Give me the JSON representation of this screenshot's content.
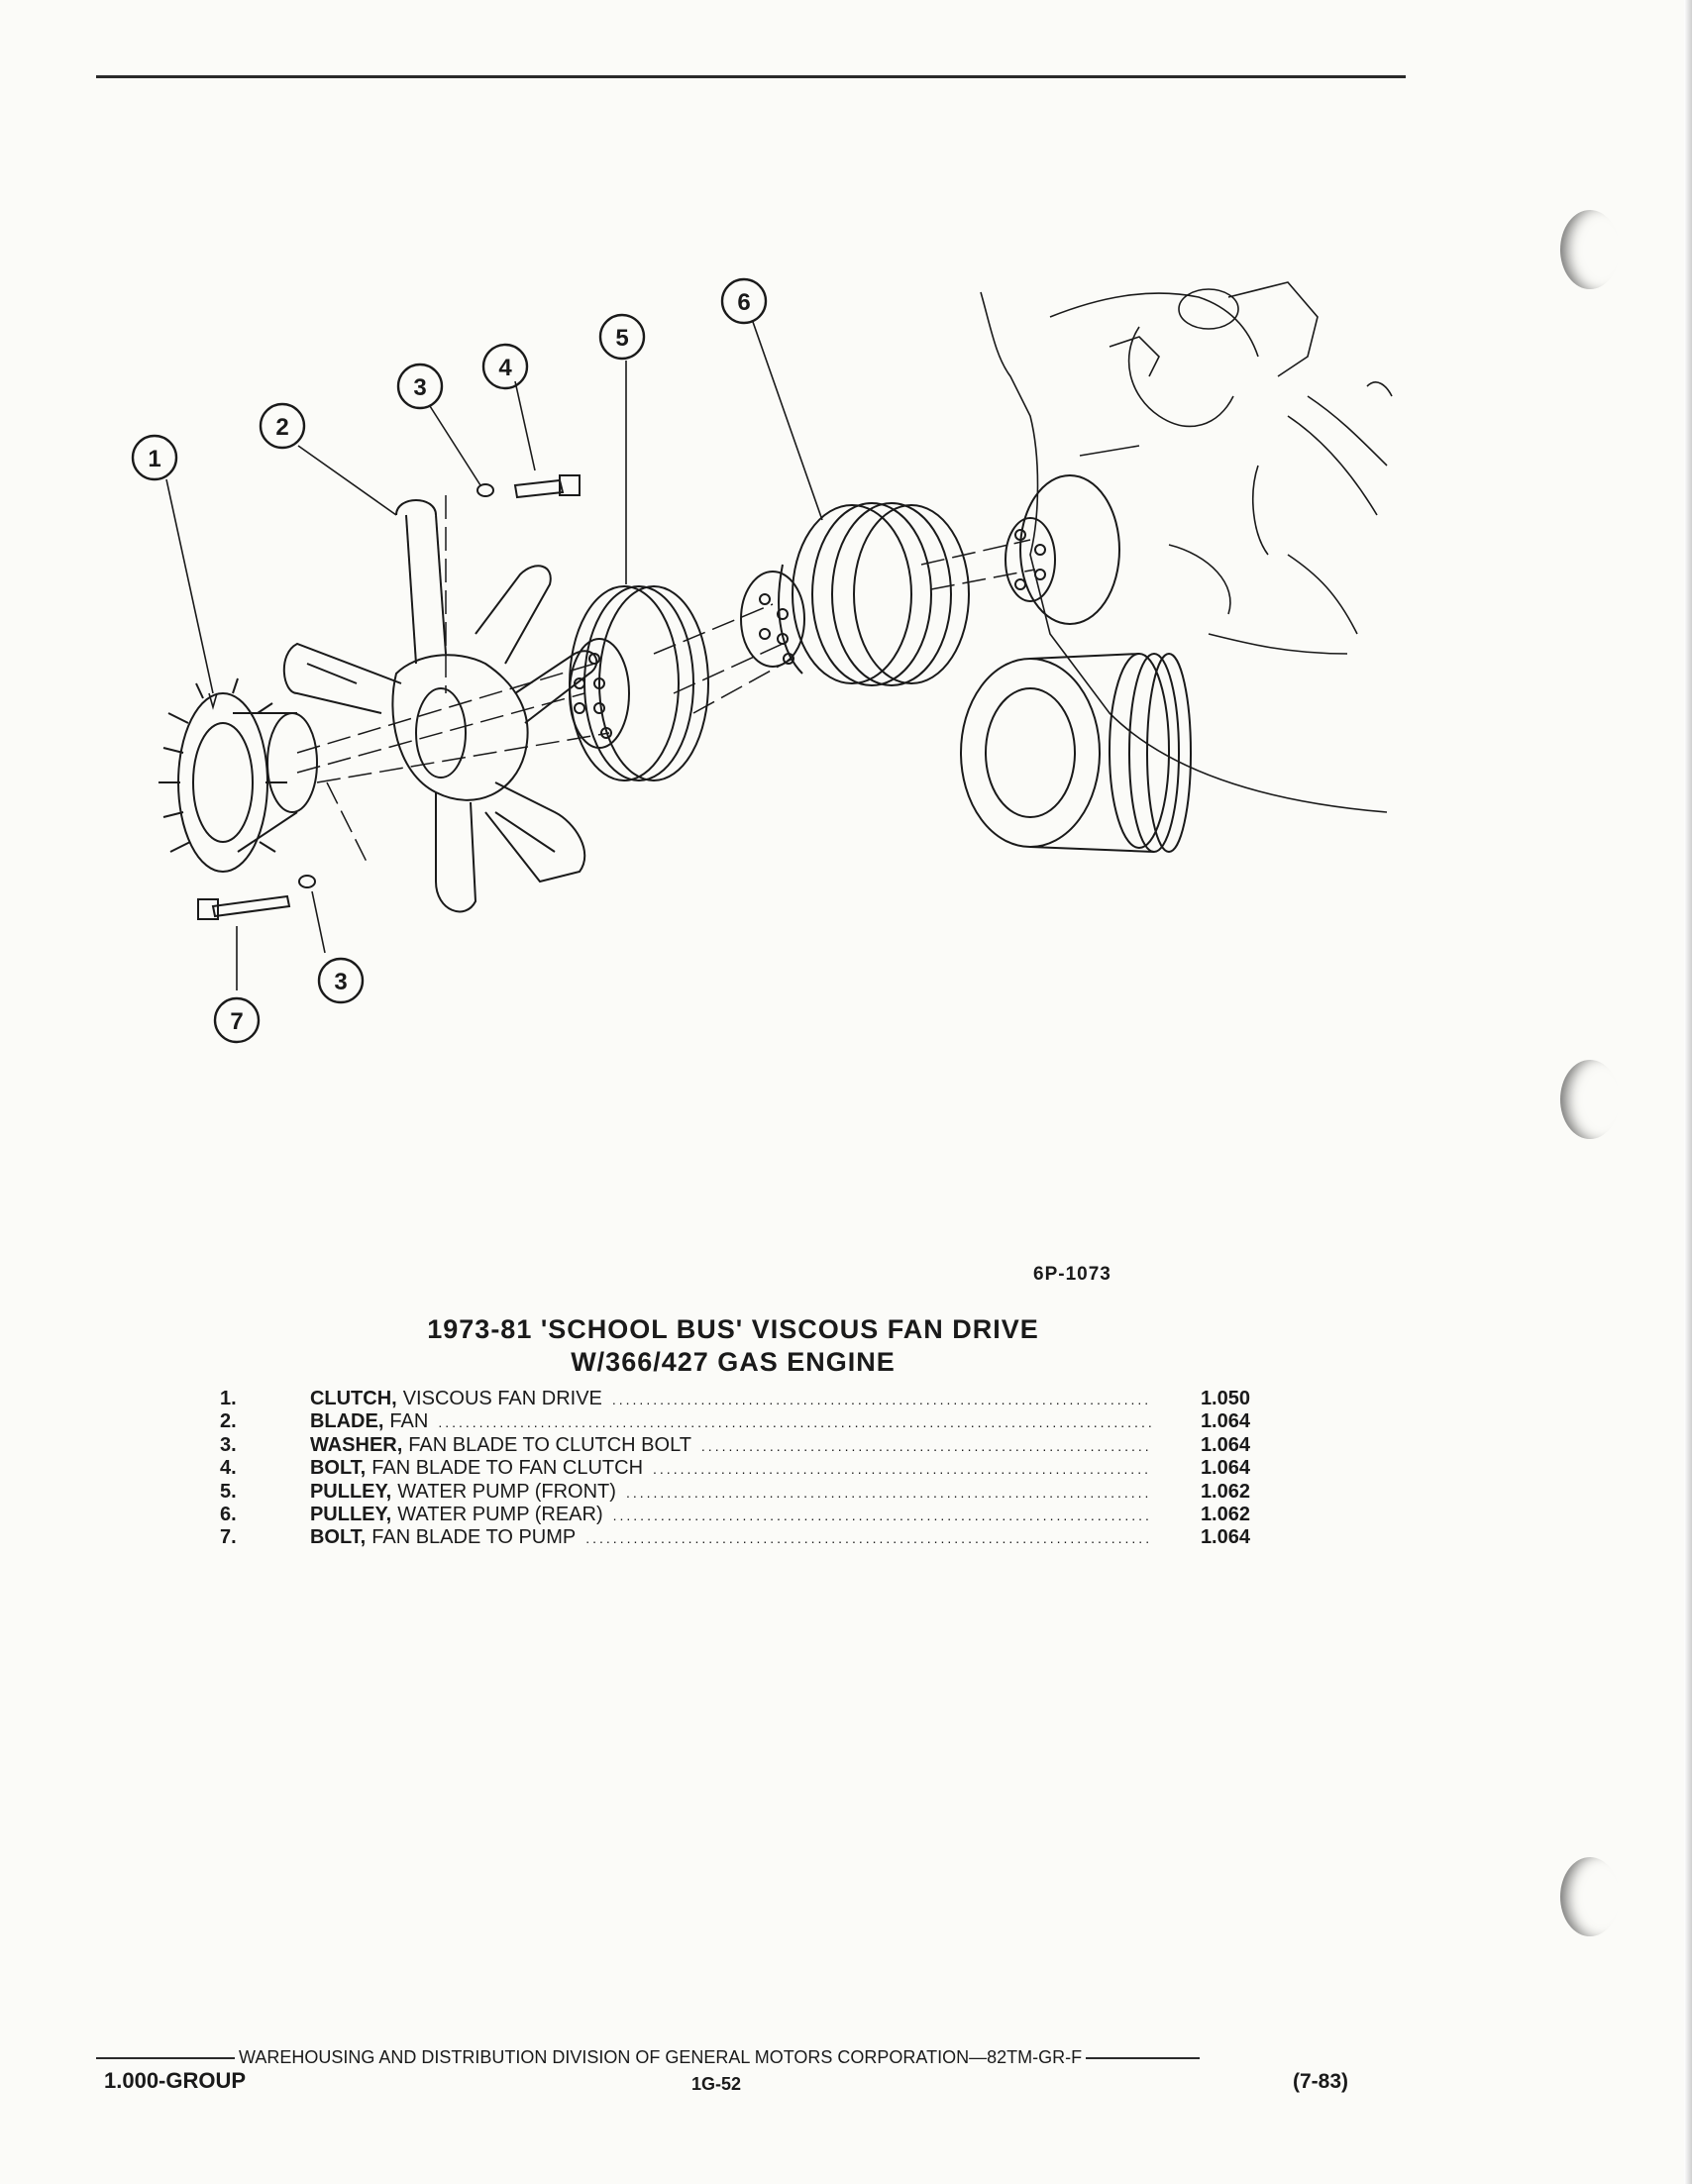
{
  "figure": {
    "code": "6P-1073",
    "callouts": [
      "1",
      "2",
      "3",
      "4",
      "5",
      "6",
      "3",
      "7"
    ]
  },
  "title": {
    "line1": "1973-81 'SCHOOL BUS' VISCOUS FAN DRIVE",
    "line2": "W/366/427 GAS ENGINE"
  },
  "parts": [
    {
      "num": "1.",
      "name": "CLUTCH,",
      "detail": "VISCOUS FAN DRIVE",
      "ref": "1.050"
    },
    {
      "num": "2.",
      "name": "BLADE,",
      "detail": "FAN",
      "ref": "1.064"
    },
    {
      "num": "3.",
      "name": "WASHER,",
      "detail": "FAN BLADE TO CLUTCH BOLT",
      "ref": "1.064"
    },
    {
      "num": "4.",
      "name": "BOLT,",
      "detail": "FAN BLADE TO FAN CLUTCH",
      "ref": "1.064"
    },
    {
      "num": "5.",
      "name": "PULLEY,",
      "detail": "WATER PUMP (FRONT)",
      "ref": "1.062"
    },
    {
      "num": "6.",
      "name": "PULLEY,",
      "detail": "WATER PUMP (REAR)",
      "ref": "1.062"
    },
    {
      "num": "7.",
      "name": "BOLT,",
      "detail": "FAN BLADE TO PUMP",
      "ref": "1.064"
    }
  ],
  "footer": {
    "division": "WAREHOUSING AND DISTRIBUTION  DIVISION OF GENERAL MOTORS CORPORATION—82TM-GR-F",
    "group": "1.000-GROUP",
    "page": "1G-52",
    "date": "(7-83)"
  },
  "colors": {
    "ink": "#1a1a1a",
    "paper": "#fbfbf8"
  }
}
